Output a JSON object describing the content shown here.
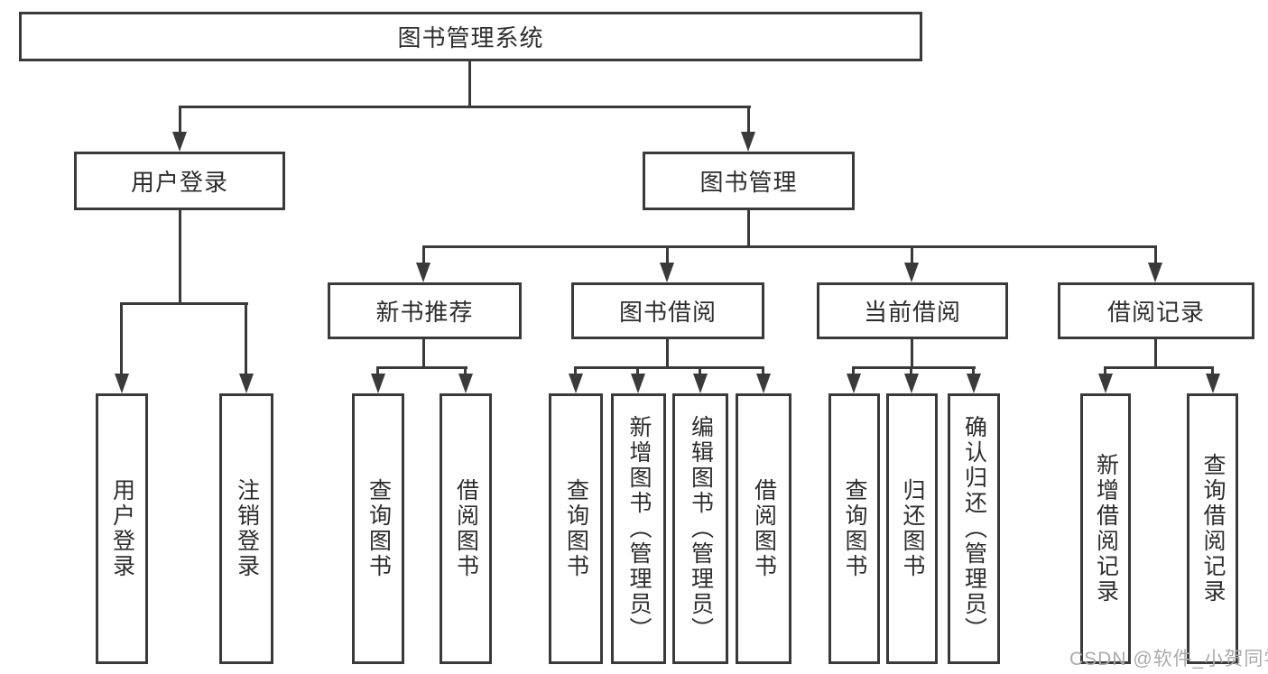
{
  "colors": {
    "line": "#3a3a3a",
    "box_background": "#ffffff",
    "text": "#2d2d2d",
    "watermark": "#ababab"
  },
  "watermark": {
    "text": "CSDN @软件_小贺同学"
  },
  "diagram": {
    "type": "tree",
    "root": {
      "label": "图书管理系统"
    },
    "branches": [
      {
        "label": "用户登录",
        "children": [
          "用户登录",
          "注销登录"
        ]
      },
      {
        "label": "图书管理",
        "groups": [
          {
            "label": "新书推荐",
            "children": [
              "查询图书",
              "借阅图书"
            ]
          },
          {
            "label": "图书借阅",
            "children": [
              "查询图书",
              "新增图书（管理员）",
              "编辑图书（管理员）",
              "借阅图书"
            ]
          },
          {
            "label": "当前借阅",
            "children": [
              "查询图书",
              "归还图书",
              "确认归还（管理员）"
            ]
          },
          {
            "label": "借阅记录",
            "children": [
              "新增借阅记录",
              "查询借阅记录"
            ]
          }
        ]
      }
    ]
  }
}
